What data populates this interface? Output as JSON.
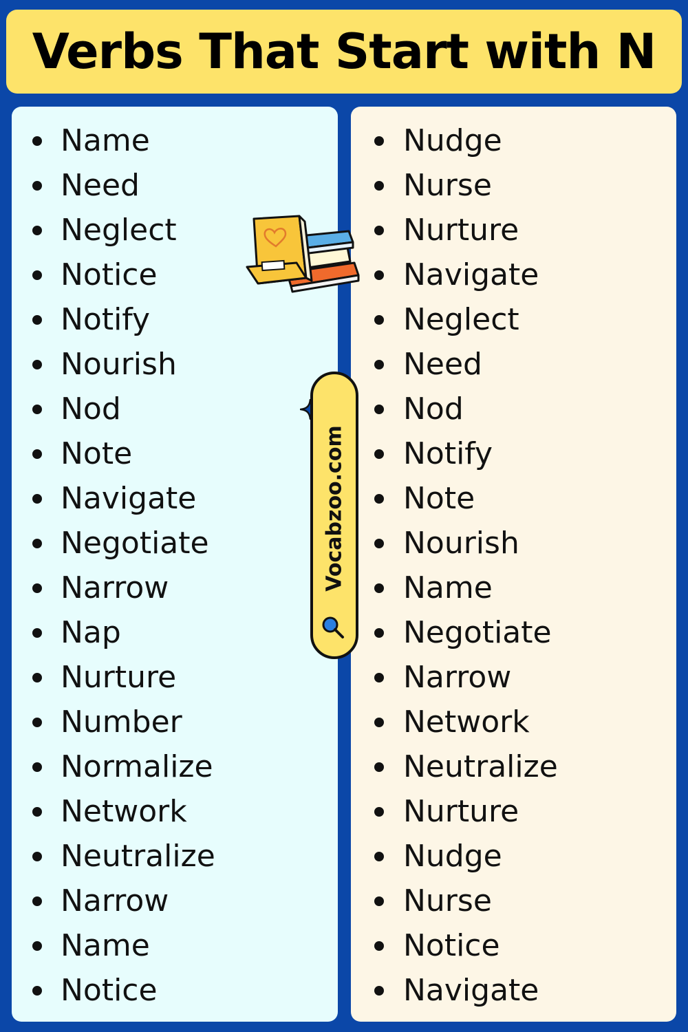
{
  "title": "Verbs That Start with N",
  "website": "Vocabzoo.com",
  "colors": {
    "background": "#0b47a8",
    "title_bar": "#fde36a",
    "left_panel": "#e7fdfd",
    "right_panel": "#fdf6e6"
  },
  "icons": {
    "books": "books-icon",
    "magnifier": "magnifier-icon",
    "sparkle": "sparkle-icon"
  },
  "left_column": [
    "Name",
    "Need",
    "Neglect",
    "Notice",
    "Notify",
    "Nourish",
    "Nod",
    "Note",
    "Navigate",
    "Negotiate",
    "Narrow",
    "Nap",
    "Nurture",
    "Number",
    "Normalize",
    "Network",
    "Neutralize",
    "Narrow",
    "Name",
    "Notice"
  ],
  "right_column": [
    "Nudge",
    "Nurse",
    "Nurture",
    "Navigate",
    "Neglect",
    "Need",
    "Nod",
    "Notify",
    "Note",
    "Nourish",
    "Name",
    "Negotiate",
    "Narrow",
    "Network",
    "Neutralize",
    "Nurture",
    "Nudge",
    "Nurse",
    "Notice",
    "Navigate"
  ]
}
